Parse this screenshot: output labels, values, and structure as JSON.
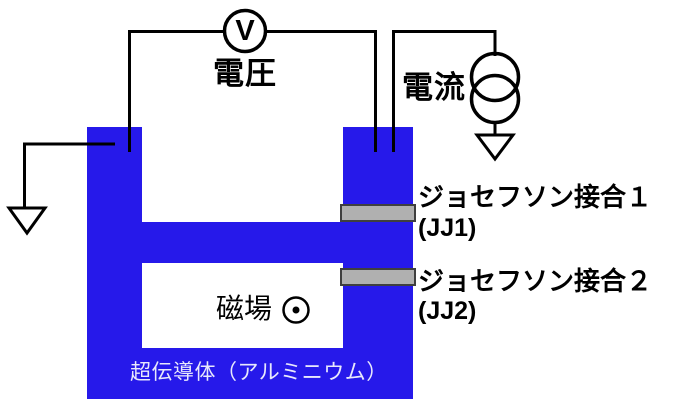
{
  "diagram": {
    "voltmeter": {
      "symbol": "V",
      "label": "電圧"
    },
    "current_source": {
      "label": "電流"
    },
    "junctions": [
      {
        "label": "ジョセフソン接合１",
        "abbrev": "(JJ1)"
      },
      {
        "label": "ジョセフソン接合２",
        "abbrev": "(JJ2)"
      }
    ],
    "magnetic_field_label": "磁場",
    "superconductor_label": "超伝導体（アルミニウム）",
    "colors": {
      "superconductor_blue": "#2619EA",
      "junction_gray": "#b0b0b0",
      "junction_border": "#3f3f3f",
      "wire_black": "#000000",
      "label_on_blue": "#E8E8FC"
    }
  }
}
